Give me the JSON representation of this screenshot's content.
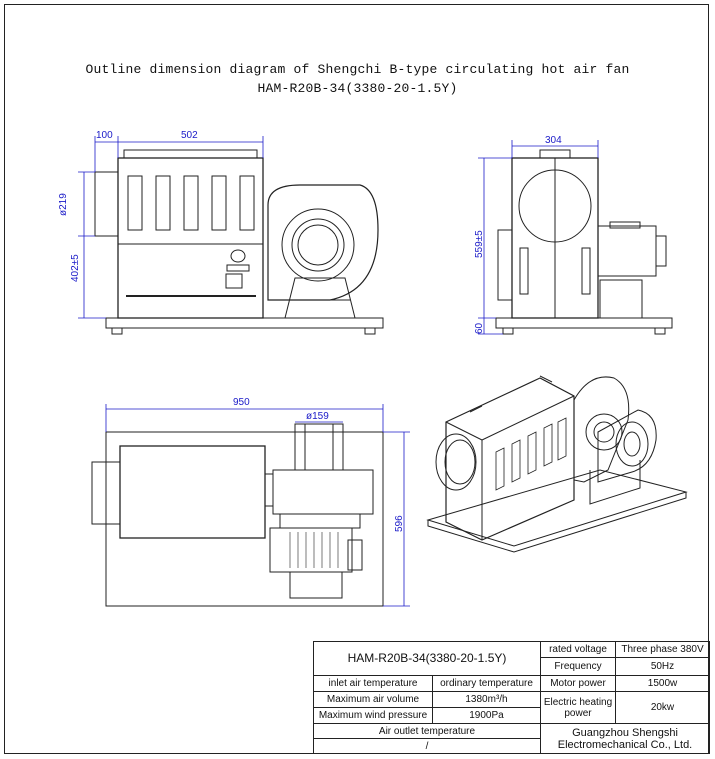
{
  "title": {
    "line1": "Outline dimension diagram of Shengchi B-type circulating hot air fan",
    "line2": "HAM-R20B-34(3380-20-1.5Y)"
  },
  "dimensions": {
    "top_width_1": "100",
    "top_width_2": "502",
    "side_width": "304",
    "inlet_dia": "ø219",
    "inlet_height": "402±5",
    "side_height": "559±5",
    "base_height": "60",
    "plan_width": "950",
    "outlet_dia": "ø159",
    "plan_depth": "596"
  },
  "colors": {
    "dimension": "#1a1ac8",
    "line": "#222222"
  },
  "spec_table": {
    "model": "HAM-R20B-34(3380-20-1.5Y)",
    "inlet_temp_label": "inlet air temperature",
    "inlet_temp_value": "ordinary temperature",
    "max_air_volume_label": "Maximum air volume",
    "max_air_volume_value": "1380m³/h",
    "max_wind_pressure_label": "Maximum wind pressure",
    "max_wind_pressure_value": "1900Pa",
    "outlet_temp_label": "Air outlet temperature",
    "outlet_temp_value": "/",
    "rated_voltage_label": "rated voltage",
    "rated_voltage_value": "Three phase 380V",
    "frequency_label": "Frequency",
    "frequency_value": "50Hz",
    "motor_power_label": "Motor power",
    "motor_power_value": "1500w",
    "heating_power_label": "Electric heating power",
    "heating_power_value": "20kw",
    "company": "Guangzhou Shengshi Electromechanical Co., Ltd."
  }
}
